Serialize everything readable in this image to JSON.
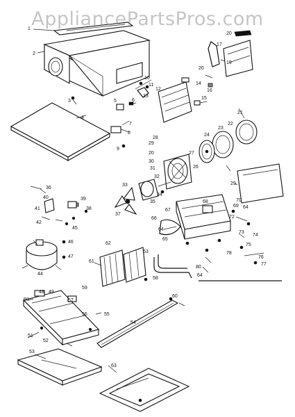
{
  "watermark": "AppliancePartsPros.com",
  "colors": {
    "line": "#111111",
    "background": "#ffffff",
    "watermark": "#9a9a9a"
  },
  "callouts": [
    {
      "id": "c1",
      "text": "1"
    },
    {
      "id": "c2",
      "text": "2"
    },
    {
      "id": "c3",
      "text": "3"
    },
    {
      "id": "c4",
      "text": "4"
    },
    {
      "id": "c5",
      "text": "5"
    },
    {
      "id": "c6",
      "text": "6"
    },
    {
      "id": "c7",
      "text": "7"
    },
    {
      "id": "c8",
      "text": "8"
    },
    {
      "id": "c9",
      "text": "9"
    },
    {
      "id": "c10",
      "text": "10"
    },
    {
      "id": "c11",
      "text": "11"
    },
    {
      "id": "c12",
      "text": "12"
    },
    {
      "id": "c13",
      "text": "13"
    },
    {
      "id": "c14",
      "text": "14"
    },
    {
      "id": "c15",
      "text": "15"
    },
    {
      "id": "c16",
      "text": "16"
    },
    {
      "id": "c17",
      "text": "17"
    },
    {
      "id": "c19",
      "text": "19"
    },
    {
      "id": "c20a",
      "text": "20"
    },
    {
      "id": "c20b",
      "text": "20"
    },
    {
      "id": "c20c",
      "text": "20"
    },
    {
      "id": "c21",
      "text": "21"
    },
    {
      "id": "c22",
      "text": "22"
    },
    {
      "id": "c23",
      "text": "23"
    },
    {
      "id": "c24",
      "text": "24"
    },
    {
      "id": "c26",
      "text": "26"
    },
    {
      "id": "c27",
      "text": "27"
    },
    {
      "id": "c28",
      "text": "28"
    },
    {
      "id": "c29a",
      "text": "29"
    },
    {
      "id": "c29b",
      "text": "29"
    },
    {
      "id": "c30",
      "text": "30"
    },
    {
      "id": "c31",
      "text": "31"
    },
    {
      "id": "c32",
      "text": "32"
    },
    {
      "id": "c33",
      "text": "33"
    },
    {
      "id": "c34",
      "text": "34"
    },
    {
      "id": "c35",
      "text": "35"
    },
    {
      "id": "c36",
      "text": "36"
    },
    {
      "id": "c37",
      "text": "37"
    },
    {
      "id": "c38",
      "text": "38"
    },
    {
      "id": "c39",
      "text": "39"
    },
    {
      "id": "c40",
      "text": "40"
    },
    {
      "id": "c41",
      "text": "41"
    },
    {
      "id": "c42",
      "text": "42"
    },
    {
      "id": "c44",
      "text": "44"
    },
    {
      "id": "c45",
      "text": "45"
    },
    {
      "id": "c46",
      "text": "46"
    },
    {
      "id": "c47",
      "text": "47"
    },
    {
      "id": "c48",
      "text": "48"
    },
    {
      "id": "c49",
      "text": "49"
    },
    {
      "id": "c50",
      "text": "50"
    },
    {
      "id": "c51",
      "text": "51"
    },
    {
      "id": "c52",
      "text": "52"
    },
    {
      "id": "c53",
      "text": "53"
    },
    {
      "id": "c54",
      "text": "54"
    },
    {
      "id": "c55",
      "text": "55"
    },
    {
      "id": "c56",
      "text": "56"
    },
    {
      "id": "c57",
      "text": "57"
    },
    {
      "id": "c58",
      "text": "58"
    },
    {
      "id": "c59",
      "text": "59"
    },
    {
      "id": "c60",
      "text": "60"
    },
    {
      "id": "c61",
      "text": "61"
    },
    {
      "id": "c62",
      "text": "62"
    },
    {
      "id": "c63a",
      "text": "63"
    },
    {
      "id": "c63b",
      "text": "63"
    },
    {
      "id": "c64a",
      "text": "64"
    },
    {
      "id": "c64b",
      "text": "64"
    },
    {
      "id": "c64c",
      "text": "64"
    },
    {
      "id": "c65",
      "text": "65"
    },
    {
      "id": "c66",
      "text": "66"
    },
    {
      "id": "c67",
      "text": "67"
    },
    {
      "id": "c68",
      "text": "68"
    },
    {
      "id": "c69",
      "text": "69"
    },
    {
      "id": "c70",
      "text": "70"
    },
    {
      "id": "c72",
      "text": "72"
    },
    {
      "id": "c73",
      "text": "73"
    },
    {
      "id": "c74",
      "text": "74"
    },
    {
      "id": "c75",
      "text": "75"
    },
    {
      "id": "c76",
      "text": "76"
    },
    {
      "id": "c77",
      "text": "77"
    },
    {
      "id": "c78",
      "text": "78"
    },
    {
      "id": "c80",
      "text": "80"
    }
  ]
}
